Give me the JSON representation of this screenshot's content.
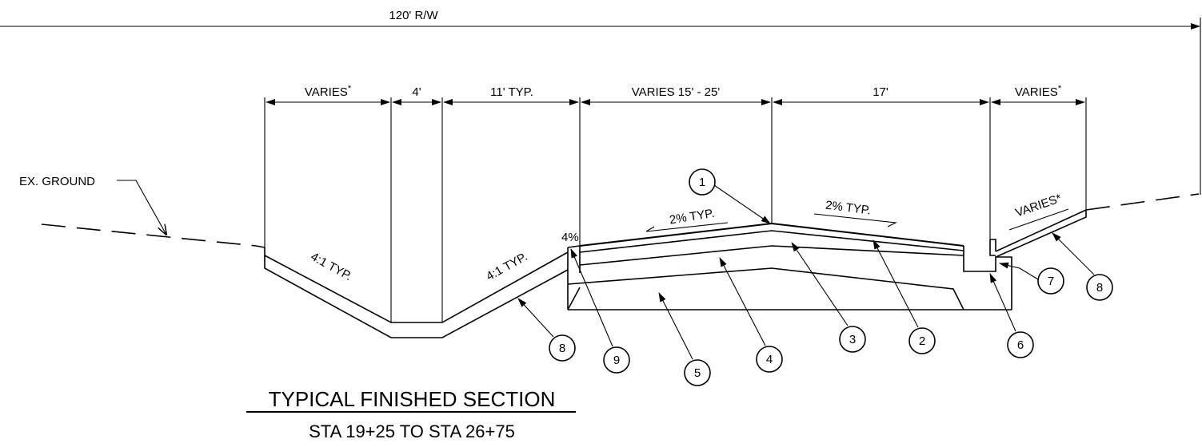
{
  "dimensions": {
    "right_of_way": "120' R/W",
    "varies_left": "VARIES",
    "varies_left_star": "*",
    "ditch_bottom": "4'",
    "lane_left": "11' TYP.",
    "varies_center": "VARIES 15' - 25'",
    "lane_right": "17'",
    "varies_right": "VARIES",
    "varies_right_star": "*"
  },
  "annotations": {
    "existing_ground": "EX. GROUND",
    "slope_left_ditch": "4:1 TYP.",
    "slope_right_ditch": "4:1 TYP.",
    "cross_slope_left": "2% TYP.",
    "cross_slope_right": "2% TYP.",
    "shoulder_slope": "4%",
    "varies_slope": "VARIES*"
  },
  "callouts": [
    "1",
    "2",
    "3",
    "4",
    "5",
    "6",
    "7",
    "8",
    "8",
    "9"
  ],
  "title": {
    "main": "TYPICAL FINISHED SECTION",
    "sub": "STA 19+25 TO STA 26+75"
  }
}
